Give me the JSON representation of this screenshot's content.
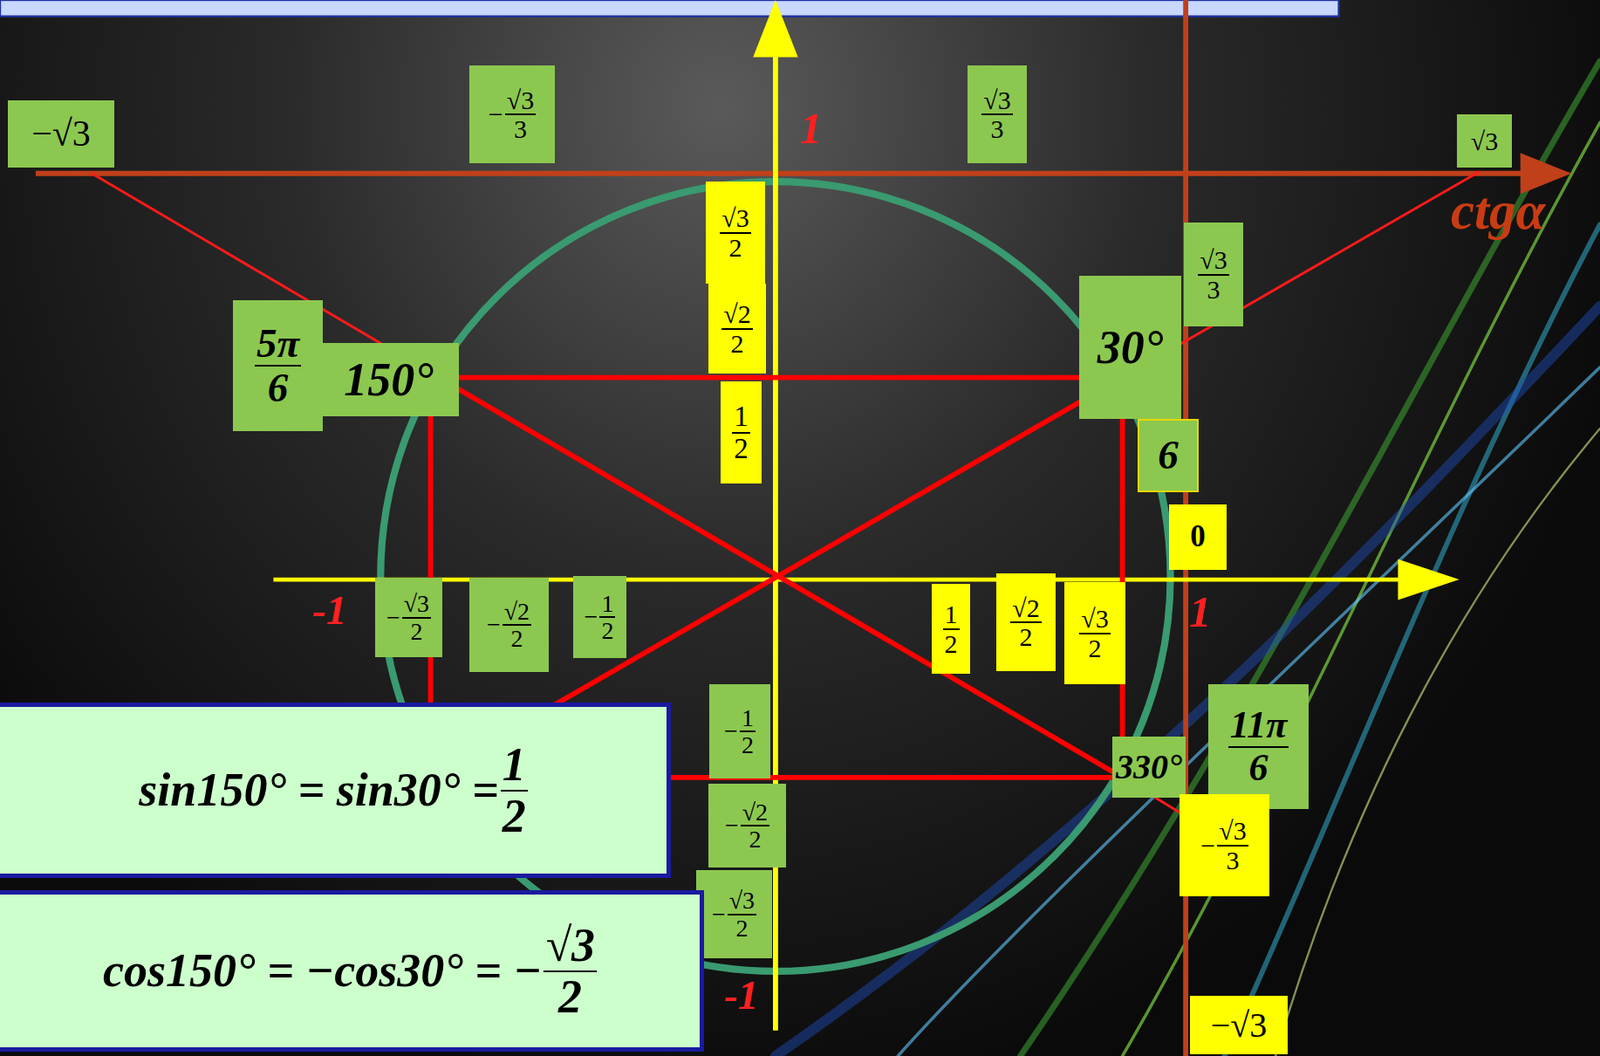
{
  "diagram": {
    "nodes": [
      {
        "text": [
          "−√3"
        ]
      },
      {
        "text": [
          "−",
          "√3",
          "3"
        ]
      },
      {
        "text": [
          "√3",
          "3"
        ]
      },
      {
        "text": [
          "√3"
        ]
      },
      {
        "text": [
          "√3",
          "2"
        ]
      },
      {
        "text": [
          "√2",
          "2"
        ]
      },
      {
        "text": [
          "1",
          "2"
        ]
      },
      {
        "text": [
          "5π",
          "6"
        ]
      },
      {
        "text": [
          "150°"
        ]
      },
      {
        "text": [
          "30°"
        ]
      },
      {
        "text": [
          "√3",
          "3"
        ]
      },
      {
        "text": [
          "6"
        ]
      },
      {
        "text": [
          "0"
        ]
      },
      {
        "text": [
          "−",
          "√3",
          "2"
        ]
      },
      {
        "text": [
          "−",
          "√2",
          "2"
        ]
      },
      {
        "text": [
          "−",
          "1",
          "2"
        ]
      },
      {
        "text": [
          "1",
          "2"
        ]
      },
      {
        "text": [
          "√2",
          "2"
        ]
      },
      {
        "text": [
          "√3",
          "2"
        ]
      },
      {
        "text": [
          "11π",
          "6"
        ]
      },
      {
        "text": [
          "330°"
        ]
      },
      {
        "text": [
          "−",
          "√3",
          "3"
        ]
      },
      {
        "text": [
          "−",
          "1",
          "2"
        ]
      },
      {
        "text": [
          "−",
          "√2",
          "2"
        ]
      },
      {
        "text": [
          "−",
          "√3",
          "2"
        ]
      },
      {
        "text": [
          "−√3"
        ]
      },
      {
        "text": [
          "sin150° = sin30° =",
          "1",
          "2"
        ]
      },
      {
        "text": [
          "cos150° = −cos30° = −",
          "√3",
          "2"
        ]
      }
    ],
    "labels": [
      "1",
      "-1",
      "1",
      "-1",
      "ctgα"
    ]
  }
}
